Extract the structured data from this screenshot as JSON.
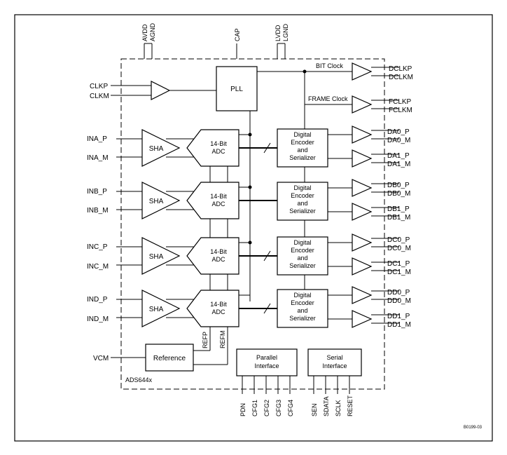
{
  "chip_name": "ADS644x",
  "figure_id": "B0199-03",
  "top_pins": {
    "avdd": "AVDD",
    "agnd": "AGND",
    "cap": "CAP",
    "lvdd": "LVDD",
    "lgnd": "LGND"
  },
  "clock_inputs": [
    "CLKP",
    "CLKM"
  ],
  "pll_label": "PLL",
  "bit_clock_label": "BIT Clock",
  "frame_clock_label": "FRAME Clock",
  "dclk_outputs": [
    "DCLKP",
    "DCLKM"
  ],
  "fclk_outputs": [
    "FCLKP",
    "FCLKM"
  ],
  "sha_label": "SHA",
  "adc_label_line1": "14-Bit",
  "adc_label_line2": "ADC",
  "encoder_lines": [
    "Digital",
    "Encoder",
    "and",
    "Serializer"
  ],
  "channels": [
    {
      "in_p": "INA_P",
      "in_m": "INA_M",
      "out": [
        "DA0_P",
        "DA0_M",
        "DA1_P",
        "DA1_M"
      ]
    },
    {
      "in_p": "INB_P",
      "in_m": "INB_M",
      "out": [
        "DB0_P",
        "DB0_M",
        "DB1_P",
        "DB1_M"
      ]
    },
    {
      "in_p": "INC_P",
      "in_m": "INC_M",
      "out": [
        "DC0_P",
        "DC0_M",
        "DC1_P",
        "DC1_M"
      ]
    },
    {
      "in_p": "IND_P",
      "in_m": "IND_M",
      "out": [
        "DD0_P",
        "DD0_M",
        "DD1_P",
        "DD1_M"
      ]
    }
  ],
  "refp_label": "REFP",
  "refm_label": "REFM",
  "vcm_label": "VCM",
  "reference_label": "Reference",
  "parallel_interface": {
    "lines": [
      "Parallel",
      "Interface"
    ],
    "pins": [
      "PDN",
      "CFG1",
      "CFG2",
      "CFG3",
      "CFG4"
    ]
  },
  "serial_interface": {
    "lines": [
      "Serial",
      "Interface"
    ],
    "pins": [
      "SEN",
      "SDATA",
      "SCLK",
      "RESET"
    ]
  }
}
